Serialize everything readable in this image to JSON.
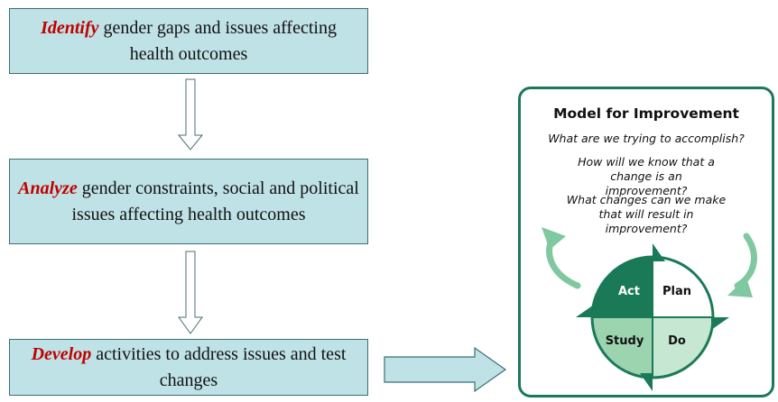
{
  "steps": [
    {
      "emph": "Identify",
      "rest": " gender gaps and issues affecting health outcomes"
    },
    {
      "emph": "Analyze",
      "rest": " gender constraints, social and political issues affecting health outcomes"
    },
    {
      "emph": "Develop",
      "rest": " activities to address issues and test changes"
    }
  ],
  "model": {
    "title": "Model for Improvement",
    "questions": [
      "What are we trying to accomplish?",
      "How will we know that a change is an improvement?",
      "What changes can we make that will result in improvement?"
    ],
    "cycle": {
      "act": "Act",
      "plan": "Plan",
      "study": "Study",
      "do": "Do"
    }
  },
  "colors": {
    "box_fill": "#bfe2e6",
    "box_border": "#3b6e74",
    "emphasis": "#c00000",
    "dark_green": "#1a7a57",
    "medium_green": "#9dd4b0",
    "light_green": "#c6e7d2",
    "arrow_green": "#7fc8a0"
  }
}
